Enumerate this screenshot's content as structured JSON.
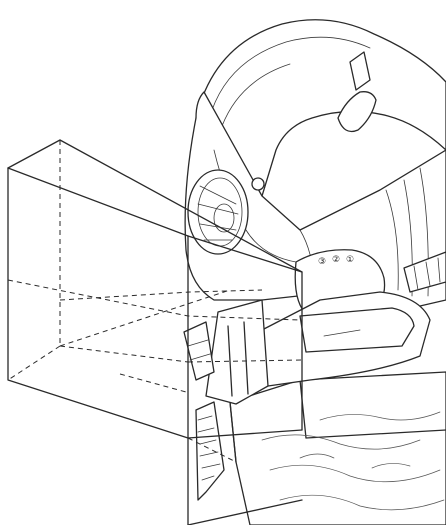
{
  "figure": {
    "dial_labels": [
      "③",
      "②",
      "①"
    ],
    "icons": {
      "tool": "jigsaw-icon",
      "workpiece": "wood-block-icon",
      "guide": "transparent-guard-icon"
    }
  }
}
